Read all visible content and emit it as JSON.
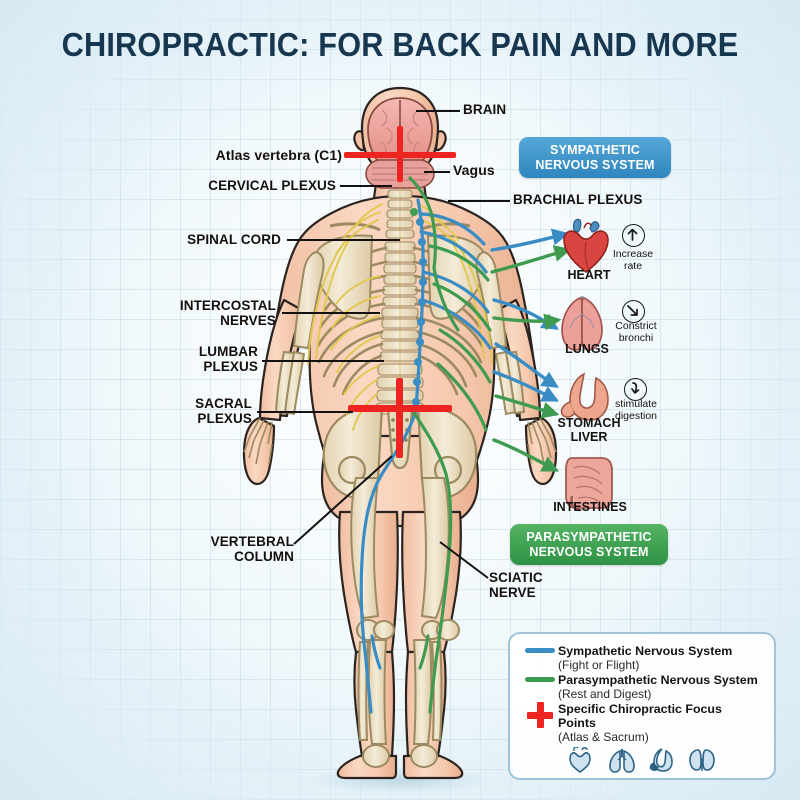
{
  "page": {
    "title": "CHIROPRACTIC: FOR BACK PAIN AND MORE",
    "title_color": "#17364f",
    "background_color": "#eaf4fa"
  },
  "colors": {
    "sympathetic": "#3a8dc4",
    "parasympathetic": "#3f9b4f",
    "focus_point": "#ee2422",
    "spinal_cord": "#f0c64a",
    "nerve_yellow": "#e8d27a",
    "skin": "#f6cdb4",
    "bone": "#ece0c4",
    "title": "#17364f"
  },
  "badges": {
    "sympathetic": "SYMPATHETIC\nNERVOUS SYSTEM",
    "parasympathetic": "PARASYMPATHETIC\nNERVOUS SYSTEM"
  },
  "left_labels": [
    {
      "text": "Atlas vertebra (C1)",
      "name": "atlas-vertebra-c1"
    },
    {
      "text": "CERVICAL PLEXUS",
      "name": "cervical-plexus"
    },
    {
      "text": "SPINAL CORD",
      "name": "spinal-cord"
    },
    {
      "text": "INTERCOSTAL\nNERVES",
      "name": "intercostal-nerves"
    },
    {
      "text": "LUMBAR\nPLEXUS",
      "name": "lumbar-plexus"
    },
    {
      "text": "SACRAL\nPLEXUS",
      "name": "sacral-plexus"
    },
    {
      "text": "VERTEBRAL\nCOLUMN",
      "name": "vertebral-column"
    }
  ],
  "right_labels": [
    {
      "text": "BRAIN",
      "name": "brain"
    },
    {
      "text": "Vagus",
      "name": "vagus"
    },
    {
      "text": "BRACHIAL PLEXUS",
      "name": "brachial-plexus"
    },
    {
      "text": "SCIATIC\nNERVE",
      "name": "sciatic-nerve"
    }
  ],
  "organs": [
    {
      "name": "heart",
      "label": "HEART",
      "action": "Increase\nrate",
      "action_icon": "arrow-up-icon"
    },
    {
      "name": "lungs",
      "label": "LUNGS",
      "action": "Constrict\nbronchi",
      "action_icon": "arrow-down-right-icon"
    },
    {
      "name": "stomach-liver",
      "label": "STOMACH\nLIVER",
      "action": "stimulate\ndigestion",
      "action_icon": "arrow-curved-down-icon"
    },
    {
      "name": "intestines",
      "label": "INTESTINES",
      "action": "",
      "action_icon": ""
    }
  ],
  "legend": {
    "items": [
      {
        "key": "line-blue",
        "title": "Sympathetic Nervous System",
        "subtitle": "(Fight or Flight)",
        "color": "#3a8dc4"
      },
      {
        "key": "line-green",
        "title": "Parasympathetic Nervous System",
        "subtitle": "(Rest and Digest)",
        "color": "#3f9b4f"
      },
      {
        "key": "cross-red",
        "title": "Specific Chiropractic Focus Points",
        "subtitle": "(Atlas & Sacrum)",
        "color": "#ee2422"
      }
    ],
    "organ_icons": [
      "heart-icon",
      "lungs-icon",
      "stomach-icon",
      "kidneys-icon"
    ]
  }
}
